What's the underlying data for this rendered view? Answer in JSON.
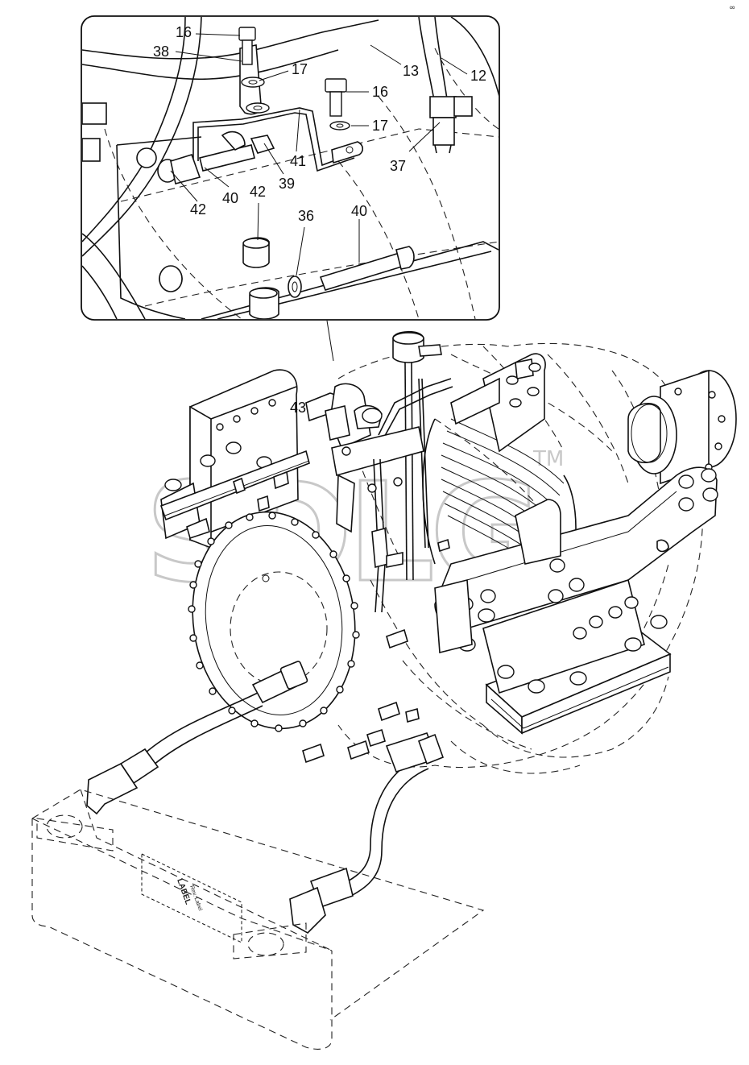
{
  "corner_mark": "∞",
  "watermark": {
    "text": "SDLG",
    "tm": "TM"
  },
  "labels": {
    "cooler_label": "LABEL",
    "cooler_sublabel": "Rev. Label"
  },
  "detail_callouts": [
    {
      "id": "c16a",
      "text": "16"
    },
    {
      "id": "c38",
      "text": "38"
    },
    {
      "id": "c17a",
      "text": "17"
    },
    {
      "id": "c13",
      "text": "13"
    },
    {
      "id": "c12",
      "text": "12"
    },
    {
      "id": "c16b",
      "text": "16"
    },
    {
      "id": "c17b",
      "text": "17"
    },
    {
      "id": "c41",
      "text": "41"
    },
    {
      "id": "c39",
      "text": "39"
    },
    {
      "id": "c37",
      "text": "37"
    },
    {
      "id": "c42a",
      "text": "42"
    },
    {
      "id": "c40a",
      "text": "40"
    },
    {
      "id": "c42b",
      "text": "42"
    },
    {
      "id": "c36",
      "text": "36"
    },
    {
      "id": "c40b",
      "text": "40"
    }
  ],
  "main_callouts": [
    {
      "id": "c43",
      "text": "43"
    }
  ]
}
